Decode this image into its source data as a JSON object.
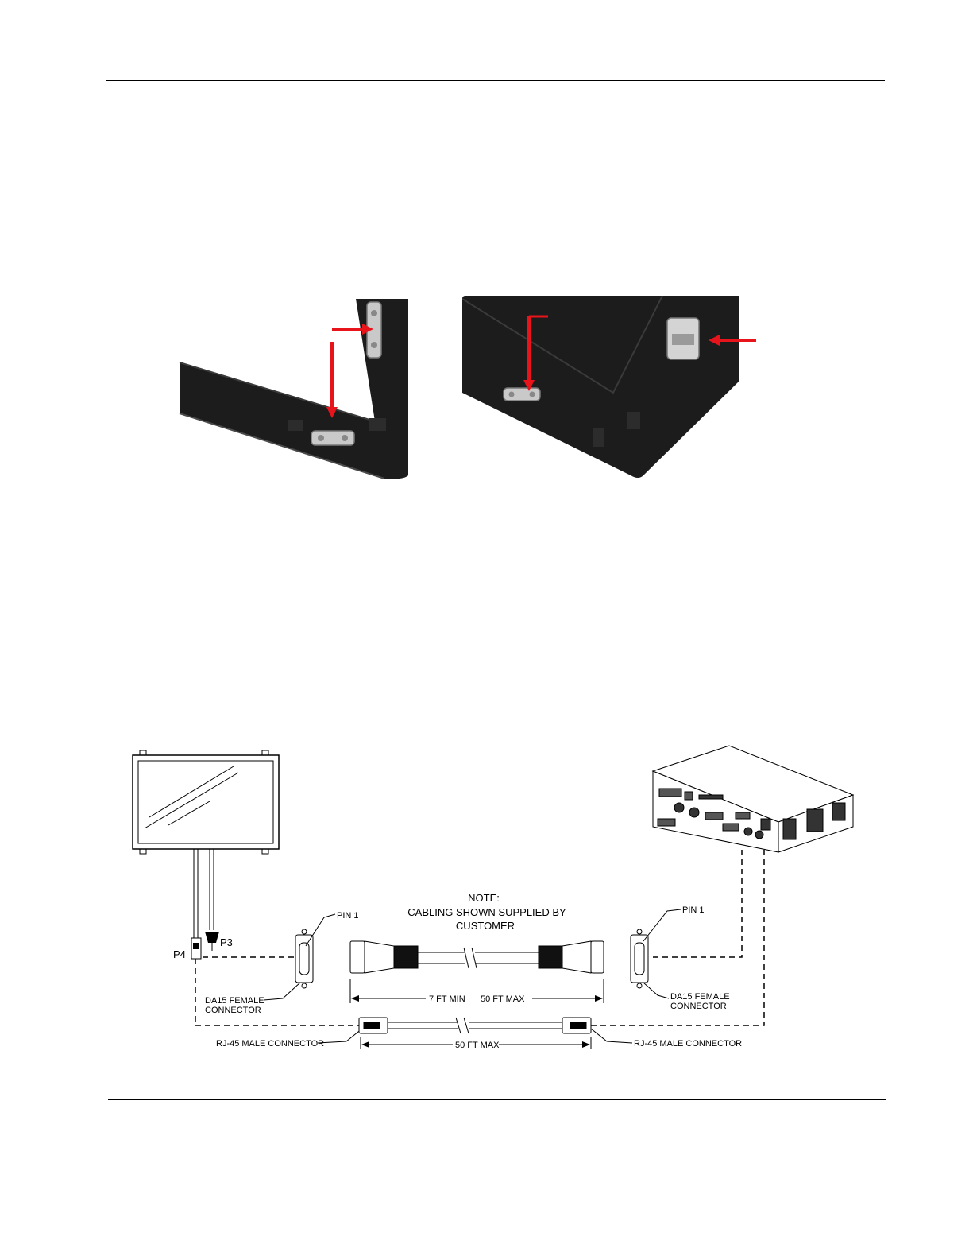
{
  "diagram": {
    "note": {
      "line1": "NOTE:",
      "line2": "CABLING SHOWN SUPPLIED BY",
      "line3": "CUSTOMER"
    },
    "labels": {
      "pin1_left": "PIN 1",
      "pin1_right": "PIN 1",
      "p3": "P3",
      "p4": "P4",
      "da15_left_1": "DA15 FEMALE",
      "da15_left_2": "CONNECTOR",
      "da15_right_1": "DA15 FEMALE",
      "da15_right_2": "CONNECTOR",
      "len_min": "7  FT MIN",
      "len_max": "50  FT MAX",
      "rj_len": "50 FT MAX",
      "rj45_left": "RJ-45 MALE CONNECTOR",
      "rj45_right": "RJ-45 MALE CONNECTOR"
    }
  },
  "colors": {
    "arrow": "#e8141b",
    "bezel": "#1c1c1c",
    "bracket": "#c9c9c9"
  }
}
